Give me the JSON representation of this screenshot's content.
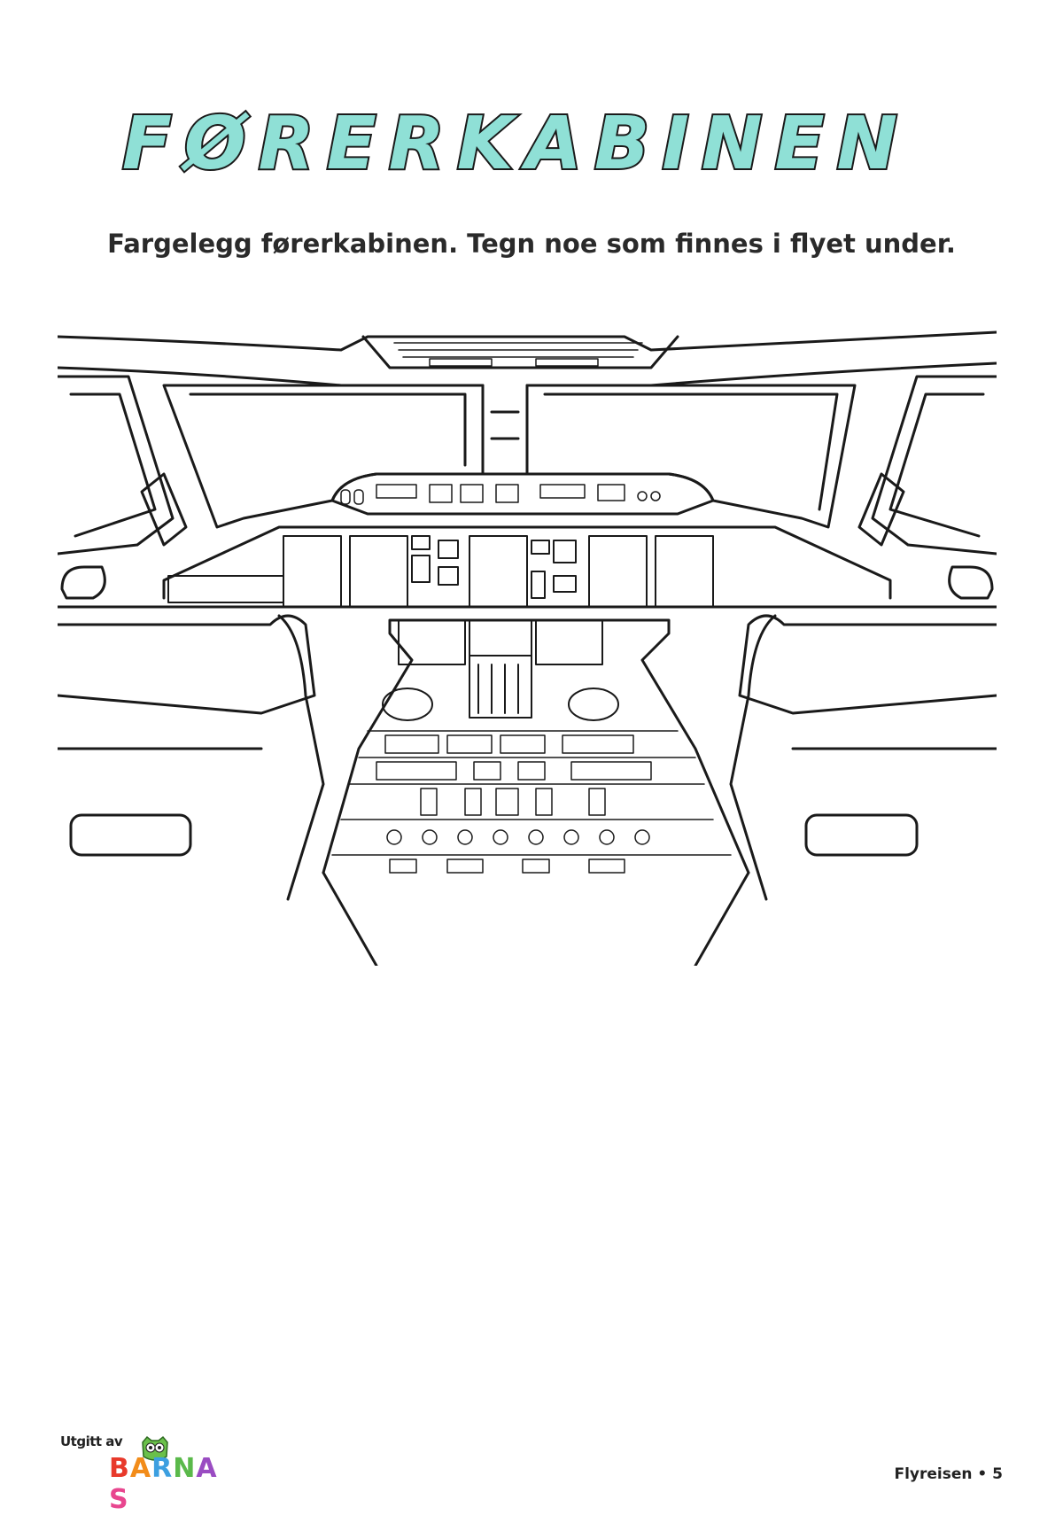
{
  "title": "FØRERKABINEN",
  "instruction": "Fargelegg førerkabinen. Tegn noe som finnes i flyet under.",
  "illustration": {
    "icon": "airplane-cockpit-icon"
  },
  "publisher": {
    "prefix": "Utgitt av",
    "brand": "BARNAS",
    "brand_letter_colors": [
      "#e8392b",
      "#f28c1a",
      "#3c9fe0",
      "#5ab94a",
      "#9a4cc2",
      "#e8468f"
    ],
    "mascot_icon": "owl-mascot-icon"
  },
  "footer": {
    "page_label": "Flyreisen • 5"
  }
}
